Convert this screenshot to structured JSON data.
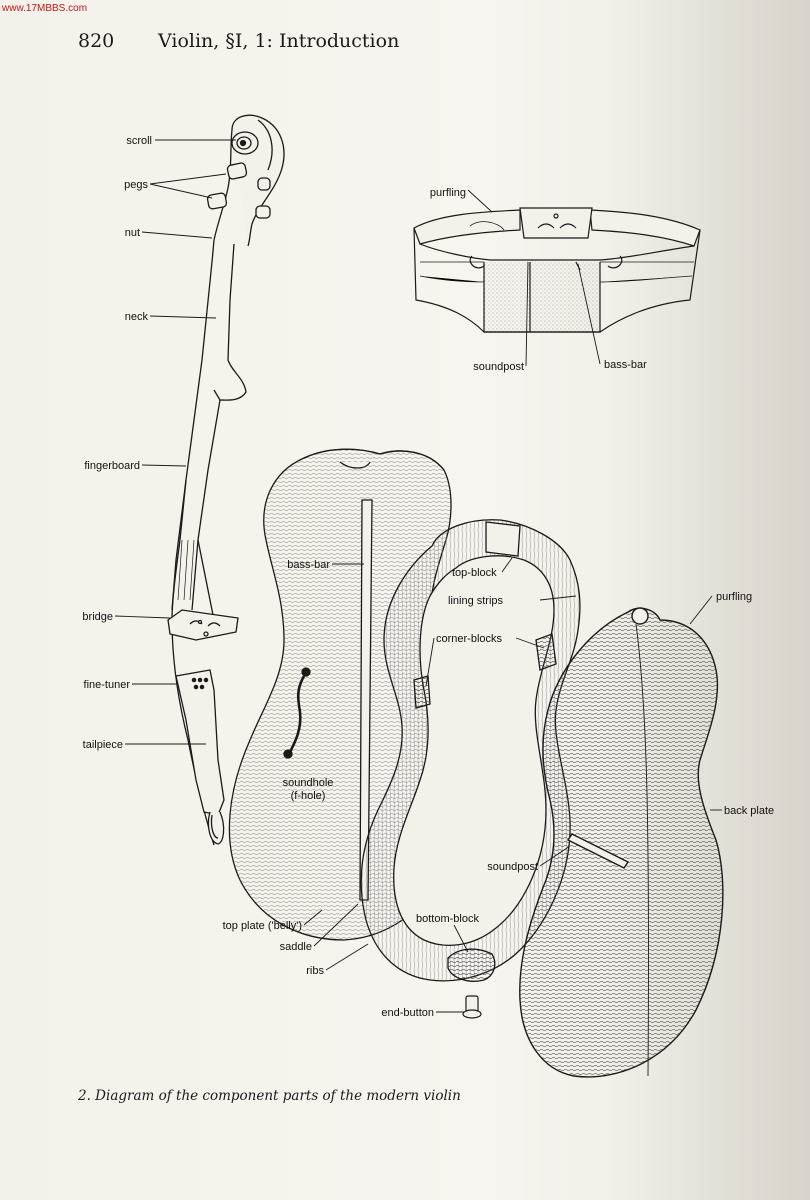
{
  "watermark": "www.17MBBS.com",
  "header": {
    "page_number": "820",
    "running_title": "Violin, §I, 1: Introduction"
  },
  "labels": {
    "scroll": "scroll",
    "pegs": "pegs",
    "nut": "nut",
    "neck": "neck",
    "fingerboard": "fingerboard",
    "bridge": "bridge",
    "fine_tuner": "fine-tuner",
    "tailpiece": "tailpiece",
    "purfling_top": "purfling",
    "soundpost_top": "soundpost",
    "bass_bar_top": "bass-bar",
    "bass_bar": "bass-bar",
    "top_block": "top-block",
    "lining_strips": "lining strips",
    "corner_blocks": "corner-blocks",
    "purfling": "purfling",
    "soundhole_1": "soundhole",
    "soundhole_2": "(f-hole)",
    "back_plate": "back plate",
    "soundpost": "soundpost",
    "bottom_block": "bottom-block",
    "top_plate": "top plate ('belly')",
    "saddle": "saddle",
    "ribs": "ribs",
    "end_button": "end-button"
  },
  "caption": "2. Diagram of the component parts of the modern violin",
  "colors": {
    "ink": "#1a1a1a",
    "paper": "#f5f2ec",
    "watermark": "#c01818"
  }
}
